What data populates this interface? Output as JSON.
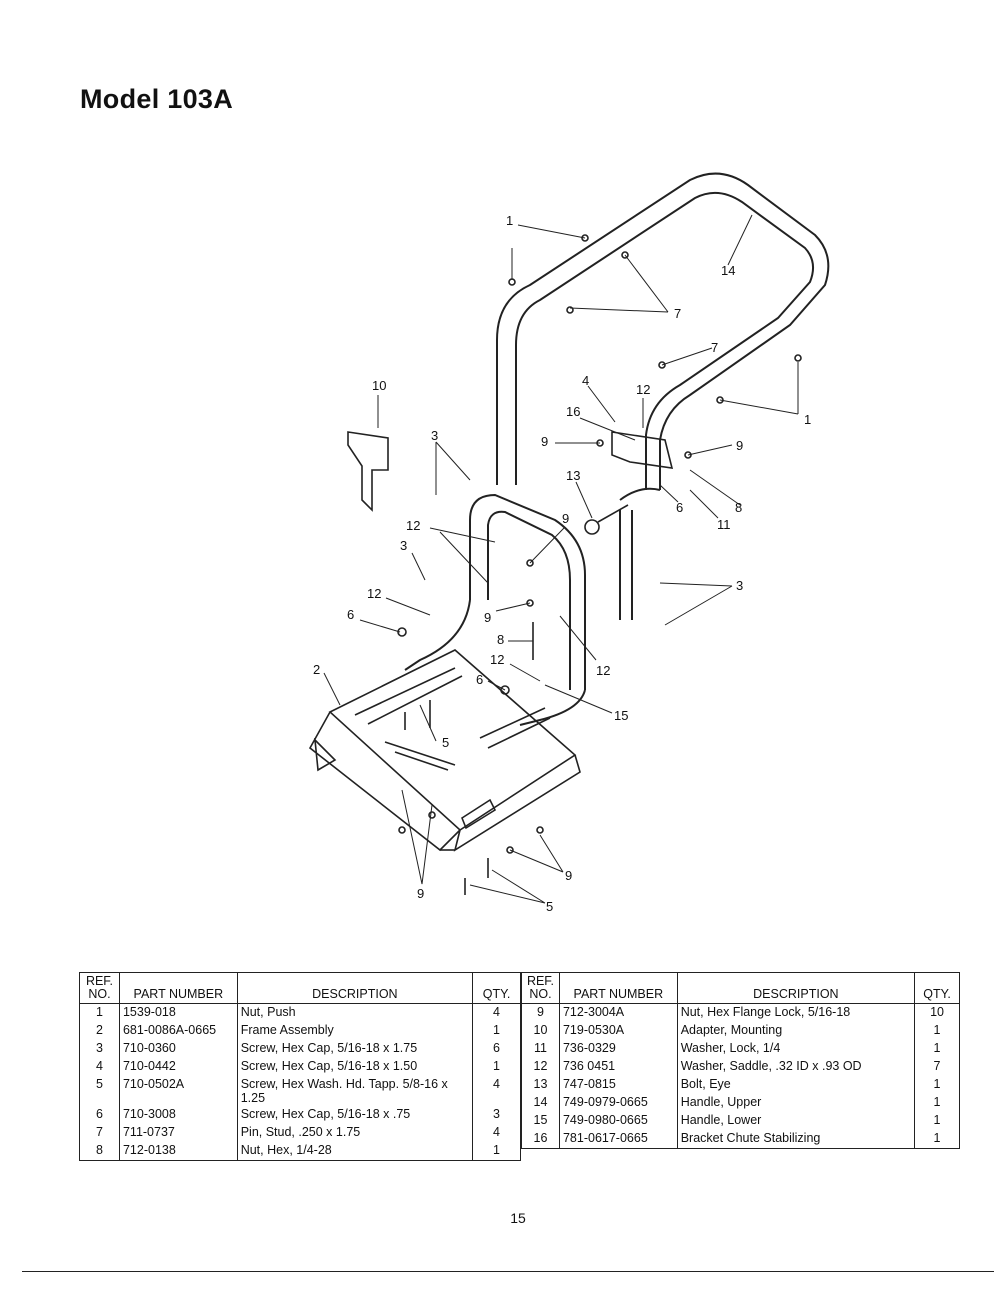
{
  "title": "Model 103A",
  "callouts": {
    "c1a": "1",
    "c1b": "1",
    "c14": "14",
    "c7a": "7",
    "c7b": "7",
    "c10": "10",
    "c4": "4",
    "c12a": "12",
    "c16": "16",
    "c9a": "9",
    "c9b": "9",
    "c3a": "3",
    "c8a": "8",
    "c6a": "6",
    "c11": "11",
    "c13": "13",
    "c12b": "12",
    "c9c": "9",
    "c3b": "3",
    "c3c": "3",
    "c12c": "12",
    "c6b": "6",
    "c9d": "9",
    "c8b": "8",
    "c12d": "12",
    "c12e": "12",
    "c2": "2",
    "c6c": "6",
    "c15": "15",
    "c5a": "5",
    "c9e": "9",
    "c9f": "9",
    "c5b": "5"
  },
  "table": {
    "headers": {
      "ref_no": "REF. NO.",
      "part_number": "PART NUMBER",
      "description": "DESCRIPTION",
      "qty": "QTY."
    },
    "left_rows": [
      {
        "ref": "1",
        "part": "1539-018",
        "desc": "Nut, Push",
        "qty": "4"
      },
      {
        "ref": "2",
        "part": "681-0086A-0665",
        "desc": "Frame Assembly",
        "qty": "1"
      },
      {
        "ref": "3",
        "part": "710-0360",
        "desc": "Screw, Hex Cap, 5/16-18 x 1.75",
        "qty": "6"
      },
      {
        "ref": "4",
        "part": "710-0442",
        "desc": "Screw, Hex Cap, 5/16-18 x 1.50",
        "qty": "1"
      },
      {
        "ref": "5",
        "part": "710-0502A",
        "desc": "Screw, Hex Wash. Hd. Tapp. 5/8-16 x 1.25",
        "qty": "4"
      },
      {
        "ref": "6",
        "part": "710-3008",
        "desc": "Screw, Hex Cap, 5/16-18 x .75",
        "qty": "3"
      },
      {
        "ref": "7",
        "part": "711-0737",
        "desc": "Pin, Stud, .250 x 1.75",
        "qty": "4"
      },
      {
        "ref": "8",
        "part": "712-0138",
        "desc": "Nut, Hex, 1/4-28",
        "qty": "1"
      }
    ],
    "right_rows": [
      {
        "ref": "9",
        "part": "712-3004A",
        "desc": "Nut, Hex Flange Lock, 5/16-18",
        "qty": "10"
      },
      {
        "ref": "10",
        "part": "719-0530A",
        "desc": "Adapter, Mounting",
        "qty": "1"
      },
      {
        "ref": "11",
        "part": "736-0329",
        "desc": "Washer, Lock, 1/4",
        "qty": "1"
      },
      {
        "ref": "12",
        "part": "736 0451",
        "desc": "Washer, Saddle, .32 ID x .93 OD",
        "qty": "7"
      },
      {
        "ref": "13",
        "part": "747-0815",
        "desc": "Bolt, Eye",
        "qty": "1"
      },
      {
        "ref": "14",
        "part": "749-0979-0665",
        "desc": "Handle, Upper",
        "qty": "1"
      },
      {
        "ref": "15",
        "part": "749-0980-0665",
        "desc": "Handle, Lower",
        "qty": "1"
      },
      {
        "ref": "16",
        "part": "781-0617-0665",
        "desc": "Bracket Chute Stabilizing",
        "qty": "1"
      }
    ]
  },
  "page_number": "15"
}
